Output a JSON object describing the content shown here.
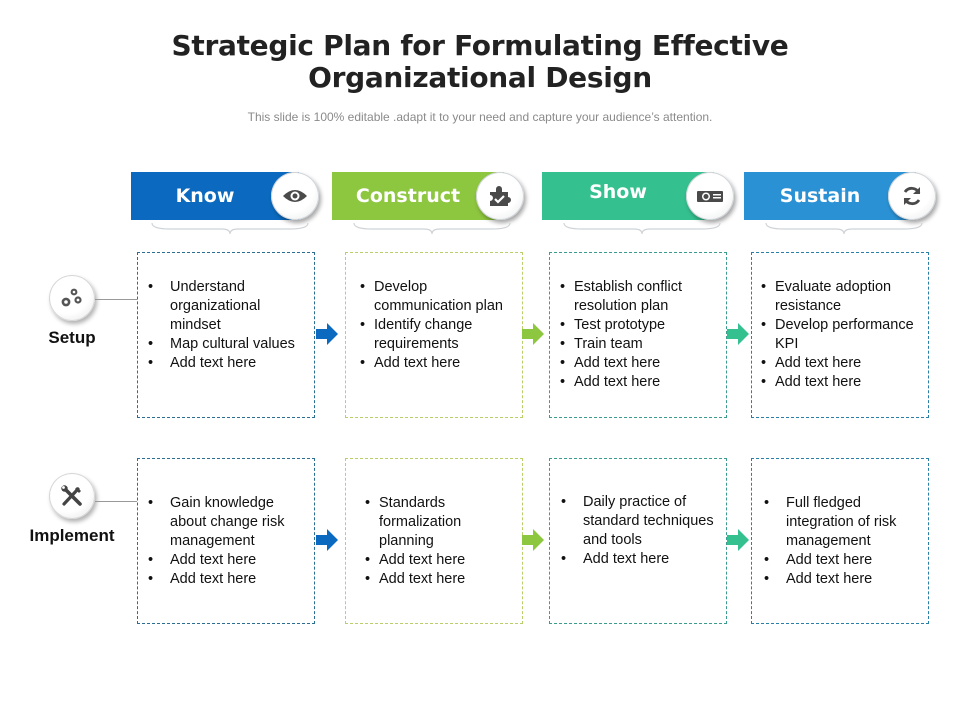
{
  "title": {
    "line1": "Strategic Plan for Formulating Effective",
    "line2": "Organizational Design"
  },
  "subtitle": "This slide is 100% editable .adapt it to your need and capture your audience’s attention.",
  "colors": {
    "know": "#0b6abf",
    "construct": "#8dc63f",
    "show": "#35c08f",
    "sustain": "#2a92d4",
    "icon": "#4a4a4a"
  },
  "columns": [
    {
      "label": "Know",
      "icon": "eye-icon"
    },
    {
      "label": "Construct",
      "icon": "puzzle-check-icon"
    },
    {
      "label": "Show",
      "icon": "projector-icon"
    },
    {
      "label": "Sustain",
      "icon": "refresh-icon"
    }
  ],
  "rows": [
    {
      "label": "Setup",
      "icon": "gears-icon",
      "cells": [
        [
          "Understand organizational mindset",
          "Map cultural values",
          "Add text here"
        ],
        [
          "Develop communication plan",
          "Identify  change requirements",
          "Add text here"
        ],
        [
          "Establish conflict resolution plan",
          "Test prototype",
          "Train team",
          "Add text here",
          "Add text here"
        ],
        [
          "Evaluate adoption resistance",
          "Develop performance KPI",
          "Add text here",
          "Add text here"
        ]
      ]
    },
    {
      "label": "Implement",
      "icon": "tools-icon",
      "cells": [
        [
          "Gain knowledge about change risk management",
          "Add text here",
          "Add text here"
        ],
        [
          "Standards formalization planning",
          "Add text here",
          "Add text here"
        ],
        [
          "Daily practice of standard techniques and tools",
          "Add text here"
        ],
        [
          "Full fledged integration of risk management",
          "Add text here",
          "Add text here"
        ]
      ]
    }
  ]
}
